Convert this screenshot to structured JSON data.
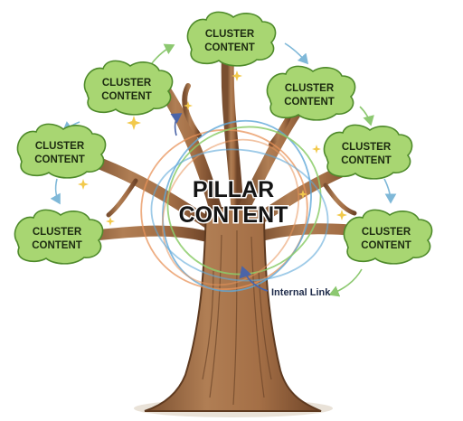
{
  "pillar": {
    "line1": "PILLAR",
    "line2": "CONTENT"
  },
  "clusters": [
    {
      "line1": "CLUSTER",
      "line2": "CONTENT"
    },
    {
      "line1": "CLUSTER",
      "line2": "CONTENT"
    },
    {
      "line1": "CLUSTER",
      "line2": "CONTENT"
    },
    {
      "line1": "CLUSTER",
      "line2": "CONTENT"
    },
    {
      "line1": "CLUSTER",
      "line2": "CONTENT"
    },
    {
      "line1": "CLUSTER",
      "line2": "CONTENT"
    },
    {
      "line1": "CLUSTER",
      "line2": "CONTENT"
    }
  ],
  "internal_link_label": "Internal Link",
  "colors": {
    "leaf_fill": "#a8d672",
    "leaf_stroke": "#4e8a2a",
    "trunk": "#a0704a",
    "trunk_dark": "#6b4428",
    "arrow_blue": "#7fb8d8",
    "arrow_green": "#8cc870",
    "ring_orange": "#e8935a",
    "ring_blue": "#5fa8d8",
    "ring_green": "#8ccc6a",
    "internal_link_arrow": "#4a64a8"
  }
}
